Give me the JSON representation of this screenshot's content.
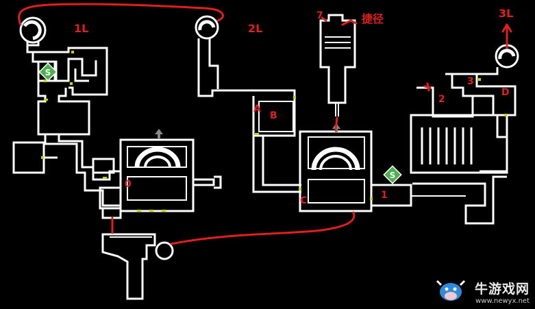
{
  "floors": {
    "floor_1": "1L",
    "floor_2": "2L",
    "floor_3": "3L"
  },
  "markers": {
    "door_0": "0",
    "door_1": "1",
    "door_2": "2",
    "door_3": "3",
    "door_7": "7",
    "door_a": "A",
    "door_b": "B",
    "door_c": "C",
    "door_d": "D",
    "shortcut": "捷径"
  },
  "save_icon_glyph": "S",
  "colors": {
    "background": "#000000",
    "wall": "#ffffff",
    "route": "#e0201c",
    "save_point": "#4caf50",
    "door": "#c8d400"
  },
  "watermark": {
    "brand": "牛游戏网",
    "url": "www.newyx.net"
  }
}
